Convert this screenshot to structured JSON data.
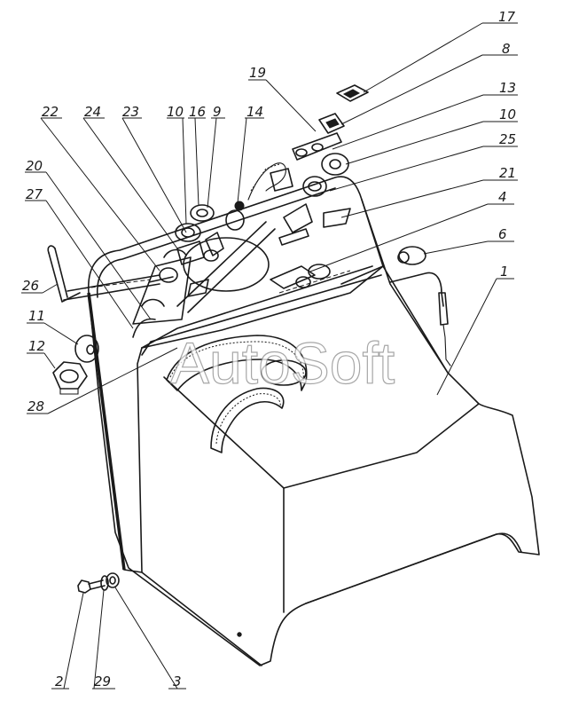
{
  "watermark": "AutoSoft",
  "callouts": [
    {
      "id": "17",
      "label": "17"
    },
    {
      "id": "8",
      "label": "8"
    },
    {
      "id": "19",
      "label": "19"
    },
    {
      "id": "13",
      "label": "13"
    },
    {
      "id": "22",
      "label": "22"
    },
    {
      "id": "24",
      "label": "24"
    },
    {
      "id": "23",
      "label": "23"
    },
    {
      "id": "10a",
      "label": "10"
    },
    {
      "id": "16",
      "label": "16"
    },
    {
      "id": "9",
      "label": "9"
    },
    {
      "id": "14",
      "label": "14"
    },
    {
      "id": "10b",
      "label": "10"
    },
    {
      "id": "25",
      "label": "25"
    },
    {
      "id": "20",
      "label": "20"
    },
    {
      "id": "27",
      "label": "27"
    },
    {
      "id": "21",
      "label": "21"
    },
    {
      "id": "4",
      "label": "4"
    },
    {
      "id": "6",
      "label": "6"
    },
    {
      "id": "26",
      "label": "26"
    },
    {
      "id": "1",
      "label": "1"
    },
    {
      "id": "11",
      "label": "11"
    },
    {
      "id": "12",
      "label": "12"
    },
    {
      "id": "28",
      "label": "28"
    },
    {
      "id": "2",
      "label": "2"
    },
    {
      "id": "29",
      "label": "29"
    },
    {
      "id": "3",
      "label": "3"
    }
  ]
}
